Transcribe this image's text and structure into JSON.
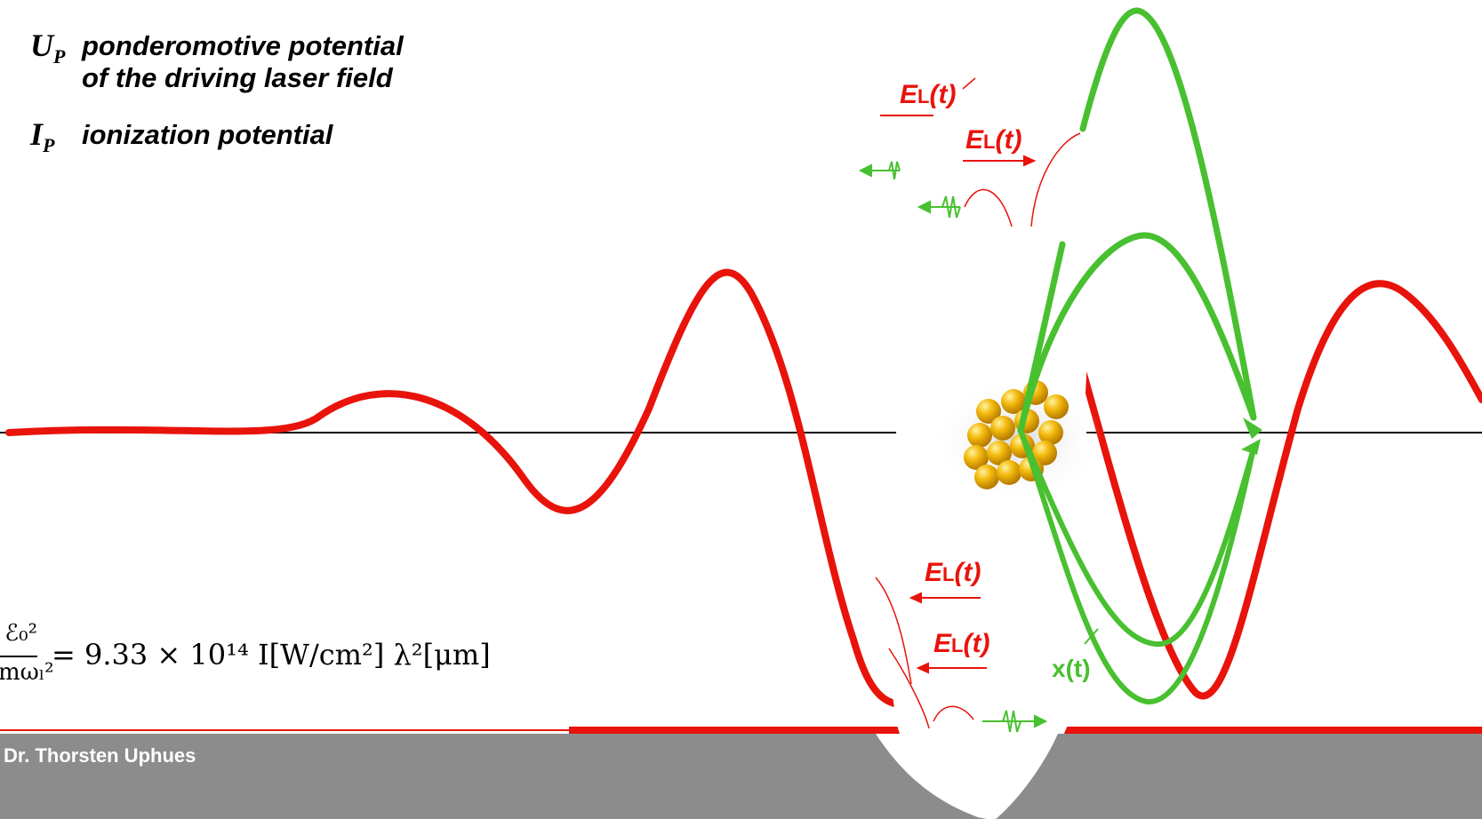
{
  "legend": [
    {
      "symbol": "U",
      "sub": "P",
      "lines": [
        "ponderomotive potential",
        "of the driving laser field"
      ]
    },
    {
      "symbol": "I",
      "sub": "P",
      "lines": [
        "ionization potential"
      ]
    }
  ],
  "formula": {
    "numerator": "ℰ₀²",
    "denominator": "mωₗ²",
    "rhs": "= 9.33 × 10¹⁴ I[W/cm²] λ²[μm]"
  },
  "labels": {
    "field": "E",
    "field_sub": "L",
    "field_arg": "(t)",
    "trajectory": "x(t)"
  },
  "footer": {
    "author": "Dr. Thorsten Uphues"
  },
  "colors": {
    "laser": "#e8130b",
    "electron": "#48c030",
    "footer": "#8c8c8c",
    "atom": "#f3b90c"
  }
}
